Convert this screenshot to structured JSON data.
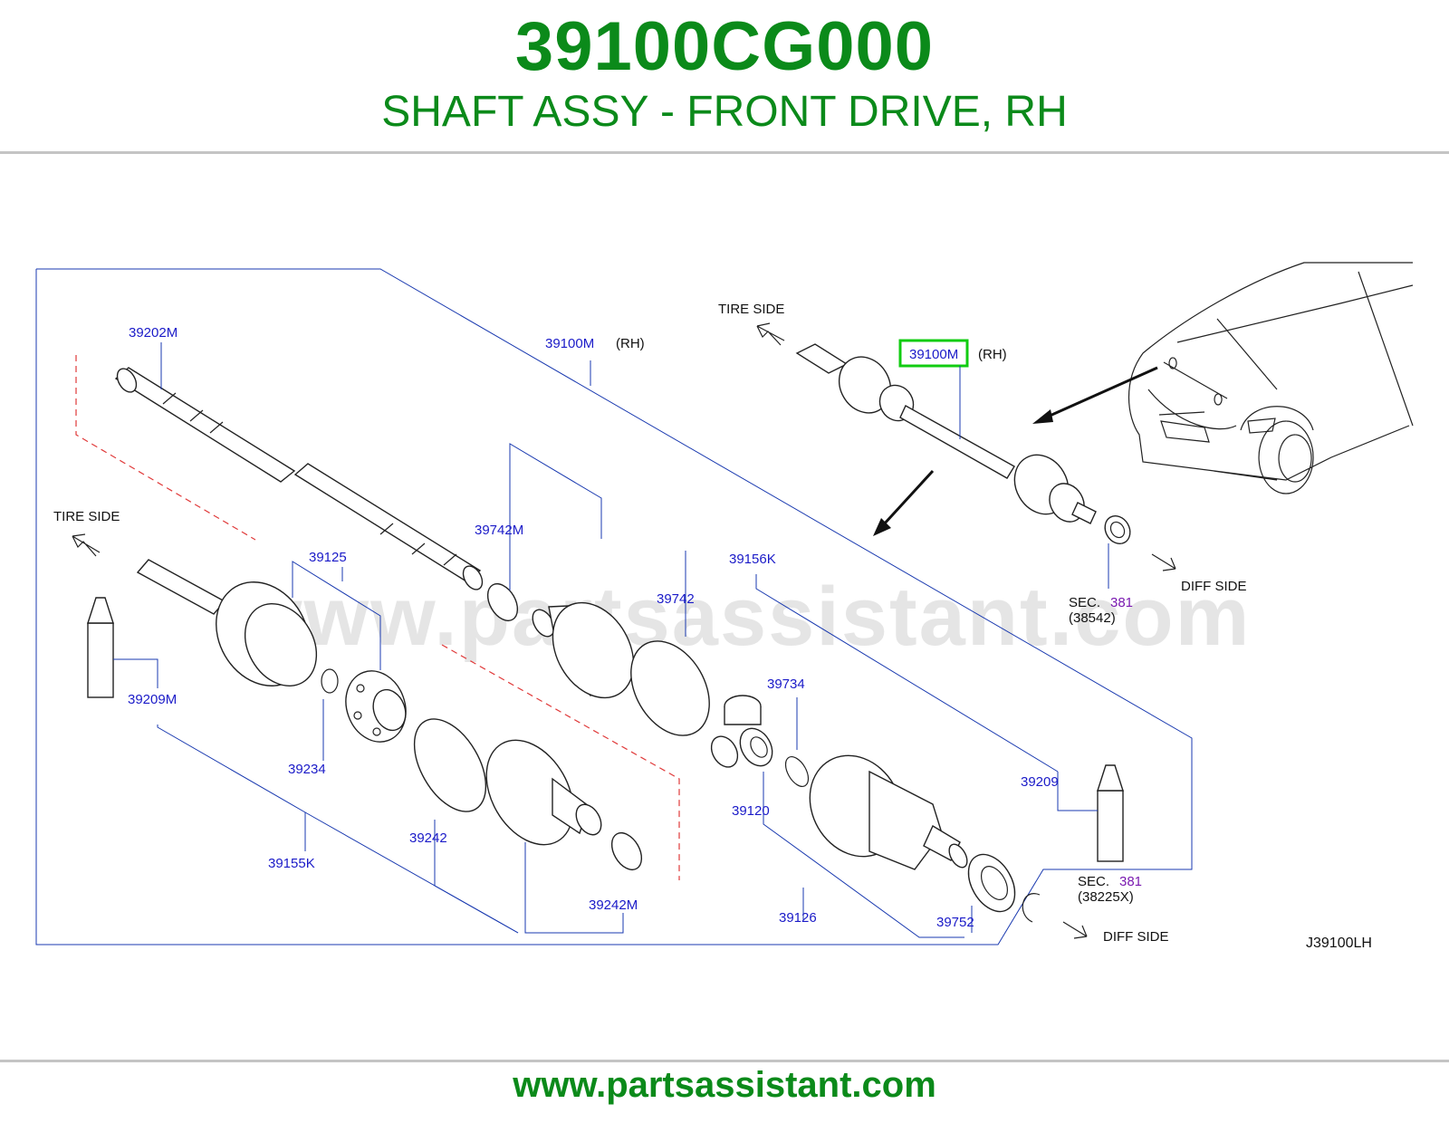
{
  "header": {
    "part_number": "39100CG000",
    "description": "SHAFT ASSY - FRONT DRIVE, RH"
  },
  "diagram": {
    "watermark": "www.partsassistant.com",
    "drawing_code": "J39100LH",
    "labels": {
      "tire_side_left": "TIRE  SIDE",
      "tire_side_right": "TIRE  SIDE",
      "diff_side_top": "DIFF  SIDE",
      "diff_side_bottom": "DIFF  SIDE",
      "p39202M": "39202M",
      "p39100M": "39100M",
      "rh_main": "(RH)",
      "p39100M_highlight": "39100M",
      "rh_highlight": "(RH)",
      "p39742M": "39742M",
      "p39156K": "39156K",
      "p39125": "39125",
      "p39742": "39742",
      "p39209M": "39209M",
      "p39734": "39734",
      "p39234": "39234",
      "p39209": "39209",
      "p39120": "39120",
      "p39242": "39242",
      "p39155K": "39155K",
      "p39242M": "39242M",
      "p39126": "39126",
      "p39752": "39752",
      "sec1_prefix": "SEC.",
      "sec1_num": "381",
      "sec1_ref": "(38542)",
      "sec2_prefix": "SEC.",
      "sec2_num": "381",
      "sec2_ref": "(38225X)"
    },
    "highlight_color": "#11cc11"
  },
  "footer": {
    "url": "www.partsassistant.com"
  }
}
